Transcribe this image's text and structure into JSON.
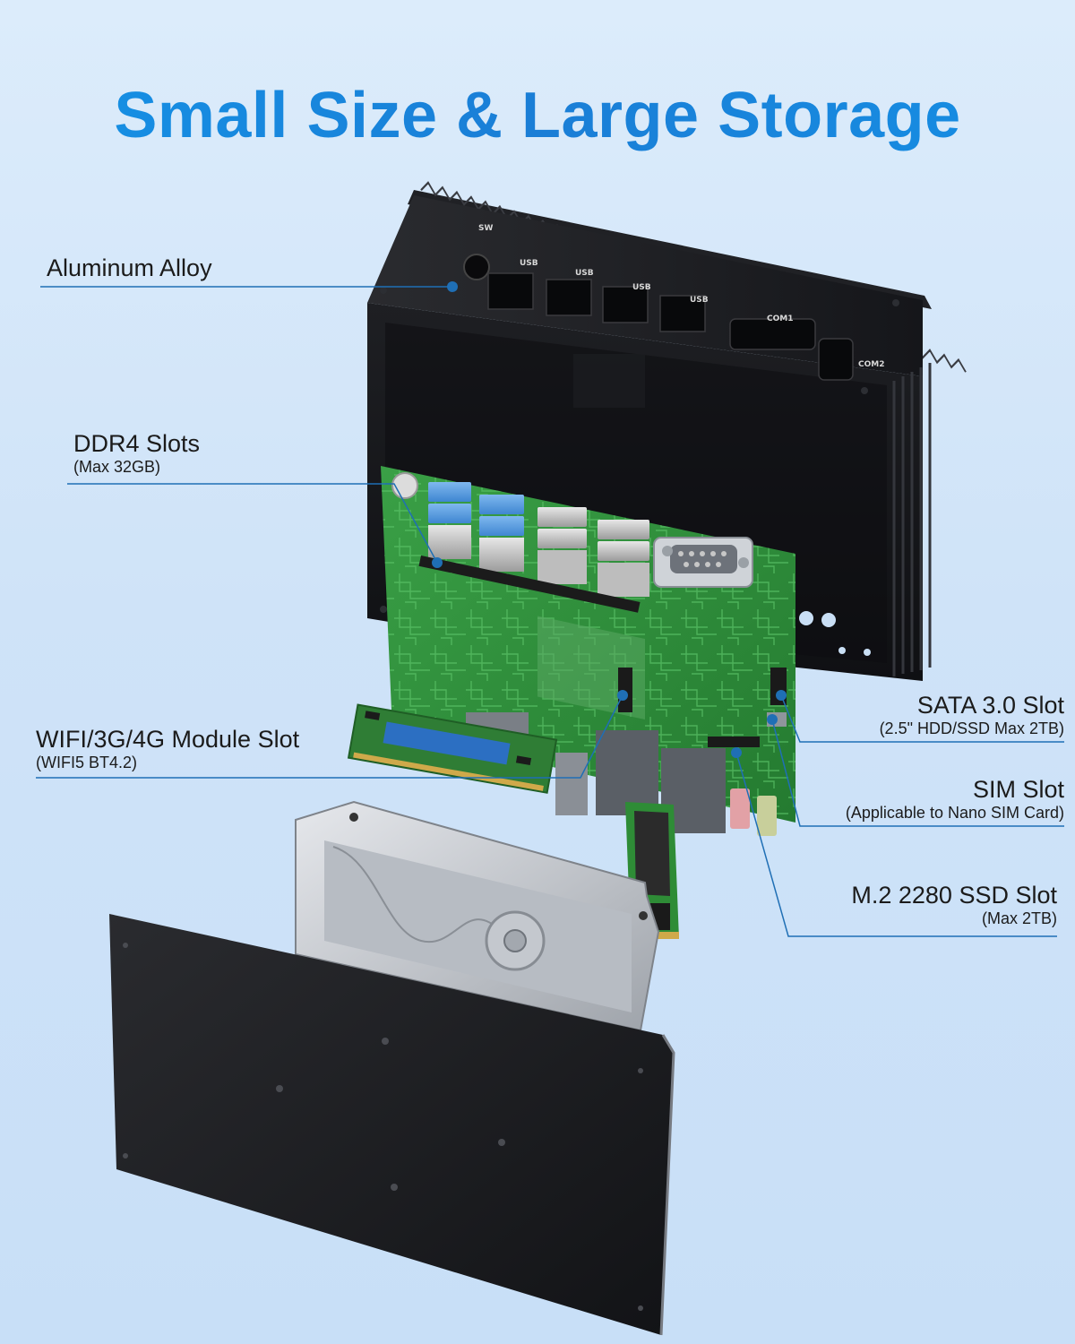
{
  "headline": "Small Size & Large Storage",
  "callouts": {
    "aluminum": {
      "label": "Aluminum Alloy"
    },
    "ddr4": {
      "label": "DDR4 Slots",
      "detail": "(Max 32GB)"
    },
    "wifi": {
      "label": "WIFI/3G/4G Module Slot",
      "detail": "(WIFI5 BT4.2)"
    },
    "sata": {
      "label": "SATA 3.0 Slot",
      "detail": "(2.5\" HDD/SSD Max 2TB)"
    },
    "sim": {
      "label": "SIM Slot",
      "detail": "(Applicable to Nano SIM Card)"
    },
    "m2": {
      "label": "M.2 2280 SSD Slot",
      "detail": "(Max 2TB)"
    }
  },
  "ports": {
    "sw": "SW",
    "usb1": "USB",
    "usb2": "USB",
    "usb3": "USB",
    "usb4": "USB",
    "com1": "COM1",
    "com2": "COM2"
  },
  "colors": {
    "headline": "#1a86dc",
    "callout_line": "#1f6fb5",
    "pcb": "#2f8f3a",
    "case": "#1a1b1e"
  }
}
